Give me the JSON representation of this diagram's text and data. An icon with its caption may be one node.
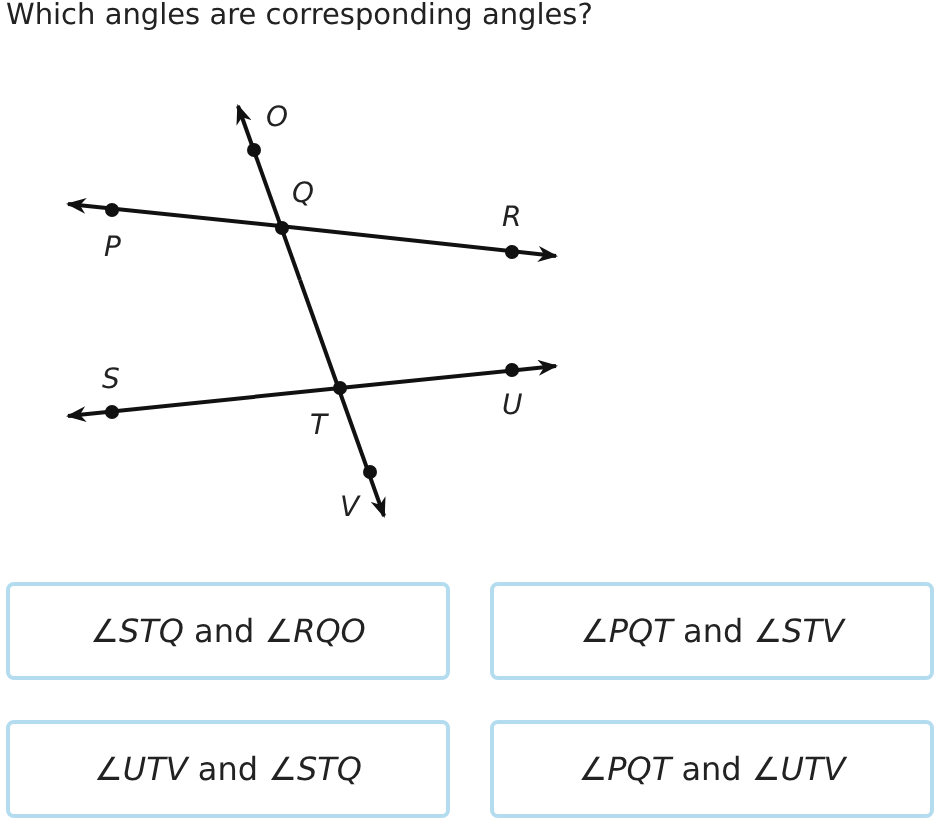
{
  "diagram": {
    "title": "Which angles are corresponding angles?",
    "nodes": [
      {
        "text": [
          "∠*STQ* and ∠*RQO*"
        ]
      },
      {
        "text": [
          "∠*PQT* and ∠*STV*"
        ]
      },
      {
        "text": [
          "∠*UTV* and ∠*STQ*"
        ]
      },
      {
        "text": [
          "∠*PQT* and ∠*UTV*"
        ]
      }
    ],
    "edges": [],
    "labels": [
      "O",
      "Q",
      "R",
      "P",
      "S",
      "U",
      "T",
      "V"
    ]
  }
}
